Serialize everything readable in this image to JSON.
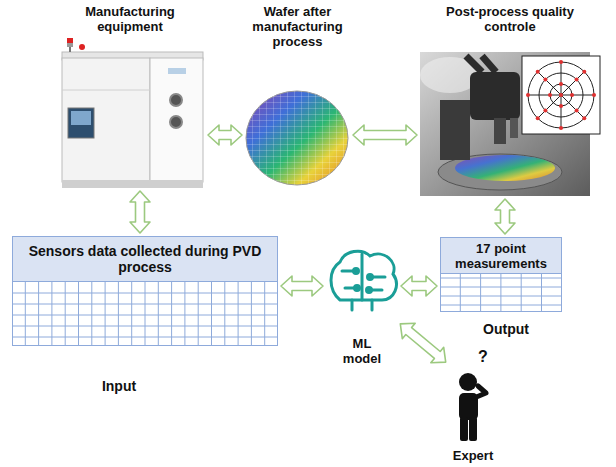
{
  "diagram": {
    "nodes": [
      {
        "text": [
          "Manufacturing equipment"
        ]
      },
      {
        "text": [
          "Wafer after manufacturing process"
        ]
      },
      {
        "text": [
          "Post-process quality controle"
        ]
      },
      {
        "text": [
          "Sensors data collected during PVD process",
          "Input"
        ]
      },
      {
        "text": [
          "ML model"
        ]
      },
      {
        "text": [
          "17 point measurements",
          "Output"
        ]
      },
      {
        "text": [
          "Expert"
        ]
      }
    ],
    "edges": [
      {
        "from": 0,
        "to": 1,
        "arrow": "both"
      },
      {
        "from": 1,
        "to": 2,
        "arrow": "both"
      },
      {
        "from": 0,
        "to": 3,
        "arrow": "both"
      },
      {
        "from": 2,
        "to": 5,
        "arrow": "both"
      },
      {
        "from": 3,
        "to": 4,
        "arrow": "both"
      },
      {
        "from": 4,
        "to": 5,
        "arrow": "both"
      },
      {
        "from": 4,
        "to": 6,
        "arrow": "both"
      }
    ],
    "labels": [
      "?"
    ]
  }
}
